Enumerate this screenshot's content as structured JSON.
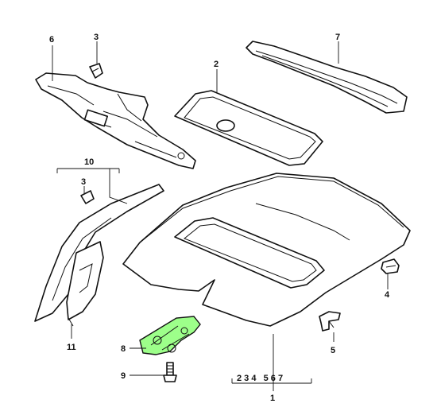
{
  "callouts": {
    "c1": "1",
    "c2": "2",
    "c3a": "3",
    "c3b": "3",
    "c4": "4",
    "c5": "5",
    "c6": "6",
    "c7": "7",
    "c8": "8",
    "c9": "9",
    "c10": "10",
    "c11": "11"
  },
  "group_1_sub_numbers": "2 3 4   5 6 7",
  "colors": {
    "highlight": "#9dff8a",
    "line": "#111111"
  }
}
